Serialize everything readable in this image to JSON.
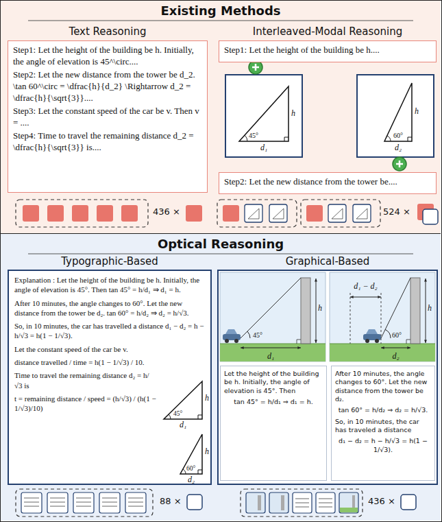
{
  "diagram": {
    "nodes": [
      {
        "text": [
          "Existing Methods"
        ]
      },
      {
        "text": [
          "Text Reasoning",
          "Step1: Let the height of the building be h. Initially, the angle of elevation is 45^\\circ....",
          "Step2: Let the new distance from the tower be d_2. \\tan 60^\\circ = \\dfrac{h}{d_2} \\Rightarrow d_2 = \\dfrac{h}{\\sqrt{3}}....",
          "Step3: Let the constant speed of the car be v. Then v = ....",
          "Step4: Time to travel the remaining distance d_2 = \\dfrac{h}{\\sqrt{3}} is...."
        ],
        "in": 0
      },
      {
        "text": [
          "Interleaved-Modal Reasoning",
          "Step1: Let the height of the building be h...."
        ],
        "in": 0
      },
      {
        "text": [
          "Step2: Let the new distance from the tower be...."
        ],
        "in": 0
      },
      {
        "text": [
          "Optical Reasoning"
        ]
      },
      {
        "text": [
          "Typographic-Based",
          "Explanation : Let the height of the building be h. Initially, the angle of elevation is 45°. Then tan 45° = h/d₁ ⇒ d₁ = h.",
          "After 10 minutes, the angle changes to 60°. Let the new distance from the tower be d₂. tan 60° = h/d₂ ⇒ d₂ = h/√3.",
          "So, in 10 minutes, the car has travelled a distance d₁ − d₂ = h − h/√3 = h(1 − 1/√3).",
          "Let the constant speed of the car be v.",
          "distance travelled / time = h(1 − 1/√3) / 10.",
          "Time to travel the remaining distance d₂ = h/√3 is",
          "t = remaining distance / speed = (h/√3) / (h(1 − 1/√3)/10)"
        ],
        "in": 4
      },
      {
        "text": [
          "Graphical-Based"
        ],
        "in": 4
      },
      {
        "text": [
          "Let the height of the building be h. Initially, the angle of elevation is 45°. Then",
          "tan 45° = h/d₁ ⇒ d₁ = h."
        ],
        "in": 6
      },
      {
        "text": [
          "After 10 minutes, the angle changes to 60°. Let the new distance from the tower be d₂.",
          "tan 60° = h/d₂ ⇒ d₂ = h/√3.",
          "So, in 10 minutes, the car has traveled a distance",
          "d₁ − d₂ = h − h/√3 = h(1 − 1/√3)."
        ],
        "in": 6
      }
    ],
    "labels": [
      "h",
      "45°",
      "d₁",
      "h",
      "60°",
      "d₂",
      "436 ×",
      "524 ×",
      "45°",
      "h",
      "d₁",
      "d₁ − d₂",
      "60°",
      "h",
      "d₂",
      "h",
      "45°",
      "d₁",
      "h",
      "60°",
      "d₂",
      "88 ×",
      "436 ×"
    ]
  }
}
